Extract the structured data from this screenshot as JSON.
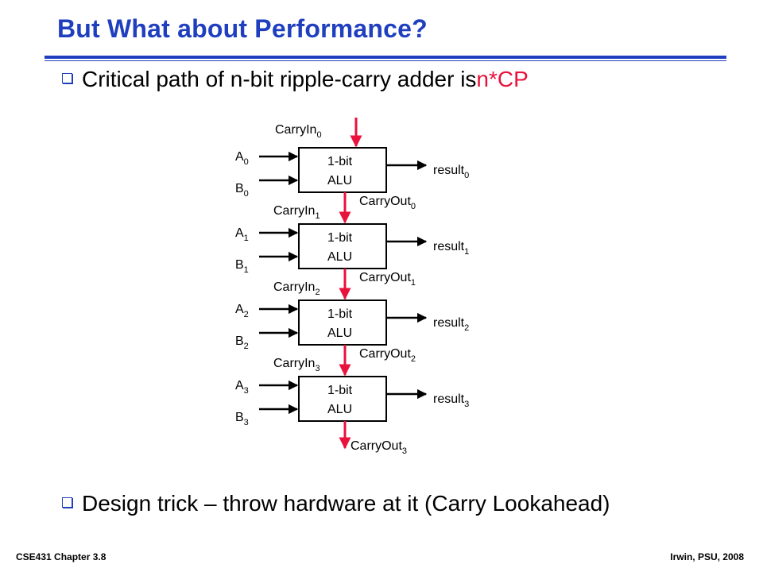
{
  "slide": {
    "title": "But What about Performance?",
    "bullet1_text": "Critical path of n-bit ripple-carry adder is ",
    "bullet1_accent": "n*CP",
    "bullet2_text": "Design trick – throw hardware at it (Carry Lookahead)",
    "footer_left": "CSE431  Chapter 3.8",
    "footer_right": "Irwin, PSU, 2008",
    "colors": {
      "title": "#1f3fbf",
      "carry_arrow": "#e8123c",
      "accent": "#e8123c"
    },
    "bullet_icon": "square-bullet-icon"
  },
  "diagram": {
    "stages": [
      {
        "index": "0",
        "alu_line1": "1-bit",
        "alu_line2": "ALU",
        "a_base": "A",
        "b_base": "B",
        "carry_in_base": "CarryIn",
        "carry_out_base": "CarryOut",
        "result_base": "result"
      },
      {
        "index": "1",
        "alu_line1": "1-bit",
        "alu_line2": "ALU",
        "a_base": "A",
        "b_base": "B",
        "carry_in_base": "CarryIn",
        "carry_out_base": "CarryOut",
        "result_base": "result"
      },
      {
        "index": "2",
        "alu_line1": "1-bit",
        "alu_line2": "ALU",
        "a_base": "A",
        "b_base": "B",
        "carry_in_base": "CarryIn",
        "carry_out_base": "CarryOut",
        "result_base": "result"
      },
      {
        "index": "3",
        "alu_line1": "1-bit",
        "alu_line2": "ALU",
        "a_base": "A",
        "b_base": "B",
        "carry_in_base": "CarryIn",
        "carry_out_base": "CarryOut",
        "result_base": "result"
      }
    ]
  }
}
